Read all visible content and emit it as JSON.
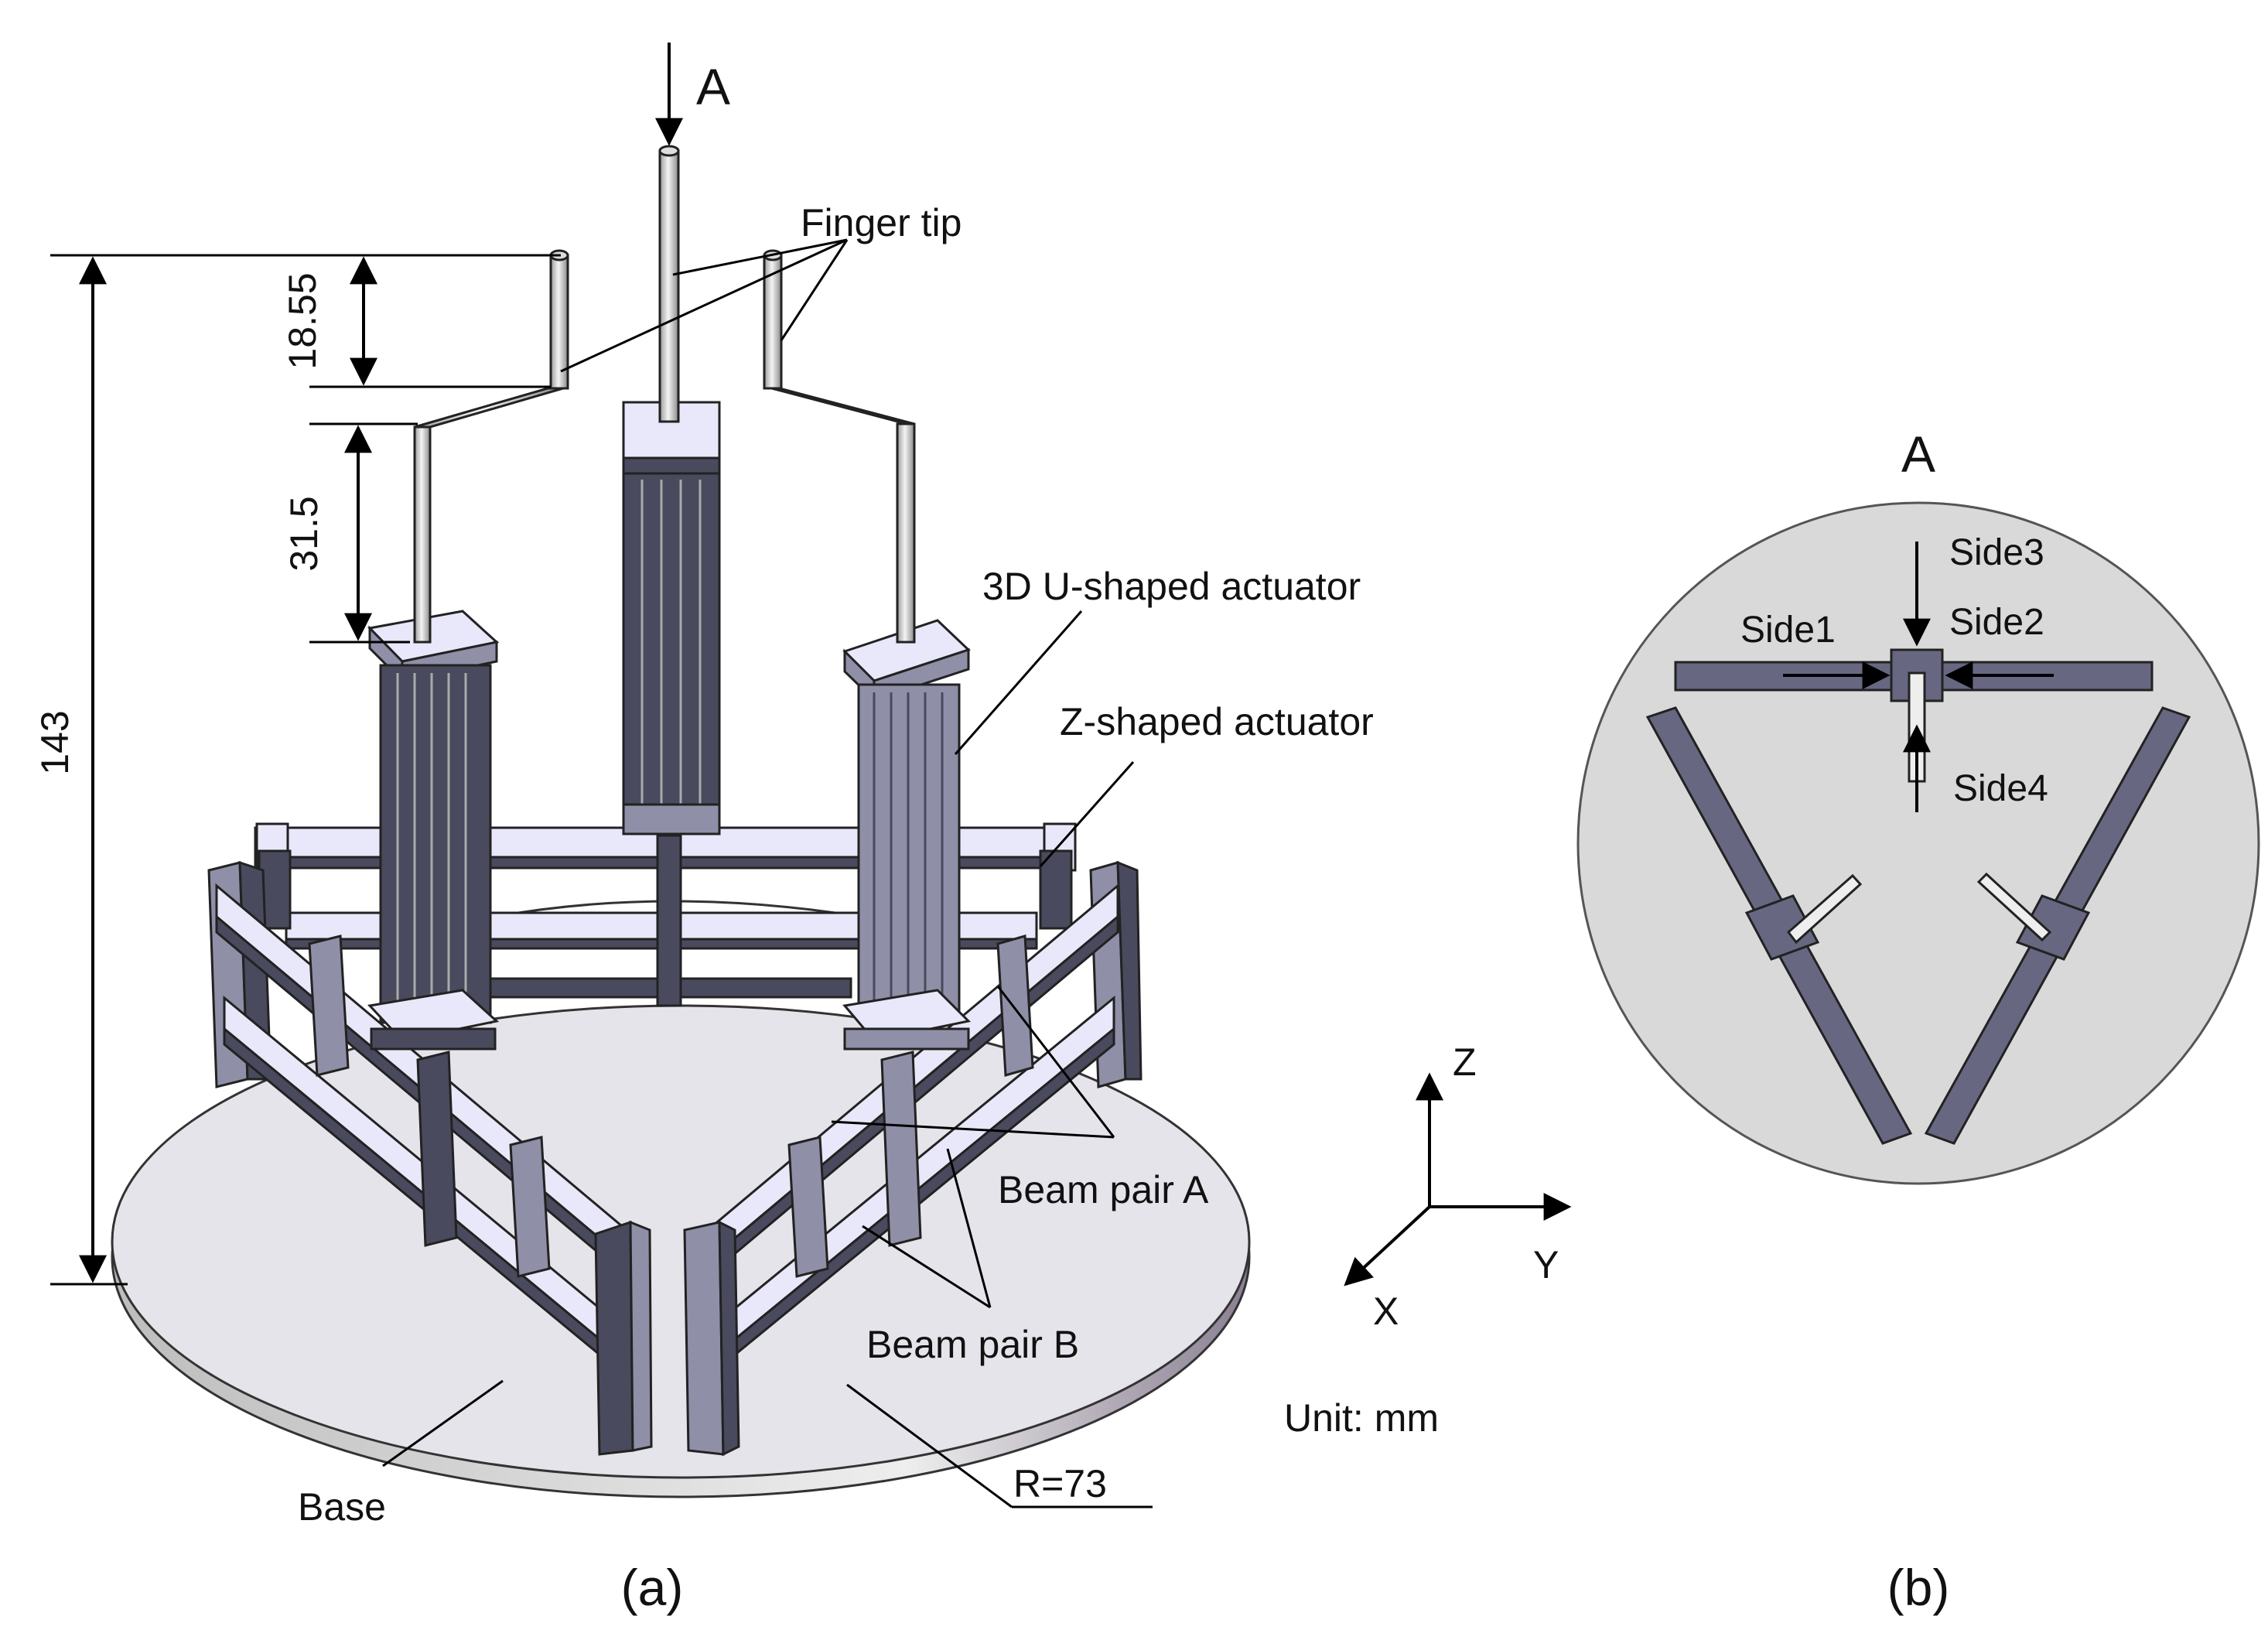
{
  "view_a": {
    "arrow_label": "A",
    "finger_tip": "Finger tip",
    "dim_total": "143",
    "dim_upper": "18.55",
    "dim_middle": "31.5",
    "u_actuator": "3D U-shaped actuator",
    "z_actuator": "Z-shaped actuator",
    "beam_pair_a": "Beam pair A",
    "beam_pair_b": "Beam pair B",
    "base": "Base",
    "radius": "R=73",
    "unit": "Unit: mm",
    "caption": "(a)"
  },
  "axes": {
    "z": "Z",
    "y": "Y",
    "x": "X"
  },
  "view_b": {
    "title": "A",
    "side1": "Side1",
    "side2": "Side2",
    "side3": "Side3",
    "side4": "Side4",
    "caption": "(b)"
  },
  "colors": {
    "base_fill": "#e4e4ea",
    "frame_dark": "#4a4a5e",
    "frame_light": "#e8e8fa",
    "frame_mid": "#8f8fa8",
    "rod": "#d8d8d8",
    "panel_b_disc": "#d9d9d9",
    "panel_b_beam": "#676782"
  }
}
